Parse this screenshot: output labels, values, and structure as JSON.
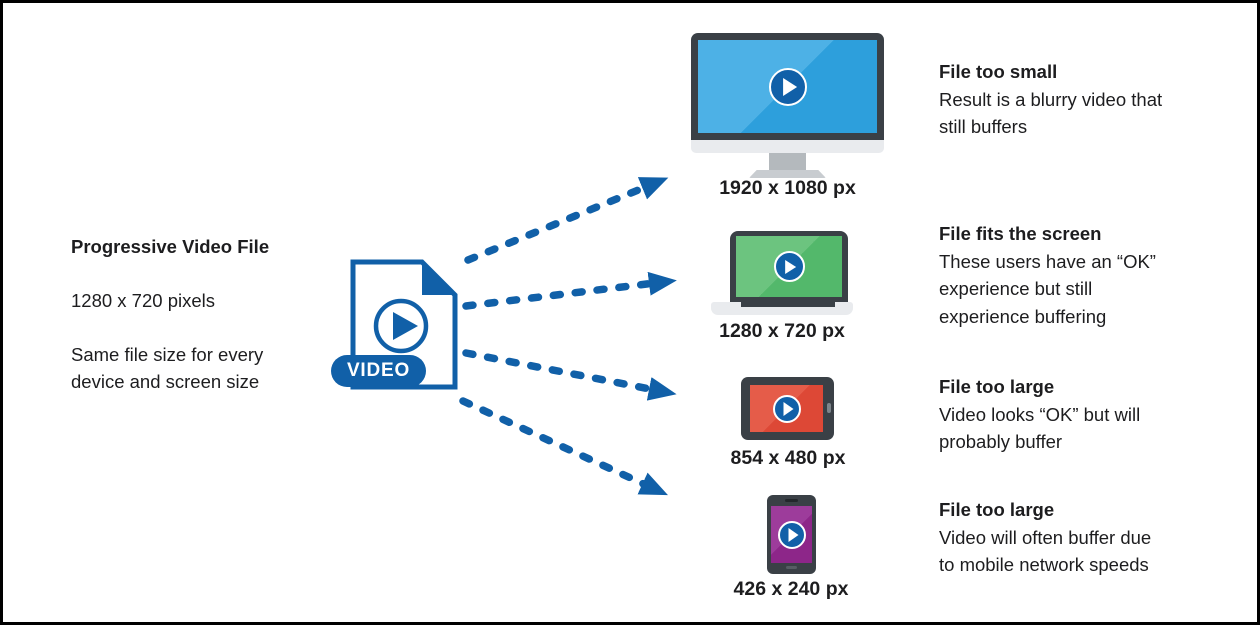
{
  "palette": {
    "blue": "#1160a8",
    "monitor_screen": "#2d9fdc",
    "monitor_screen_light": "#4db1e6",
    "laptop_screen": "#53b86b",
    "laptop_screen_light": "#6cc47f",
    "tablet_screen": "#dd4836",
    "tablet_screen_light": "#e55c49",
    "phone_screen": "#8d2689",
    "phone_screen_light": "#9d3c9b",
    "device_body": "#3a4046",
    "device_chrome": "#e9ebee"
  },
  "source_file": {
    "heading": "Progressive Video File",
    "resolution": "1280 x 720 pixels",
    "note": "Same file size for every device and screen size",
    "badge_label": "VIDEO",
    "icon": "video-file-icon",
    "play_icon": "play-icon"
  },
  "devices": [
    {
      "name": "desktop-monitor",
      "icon": "monitor-icon",
      "play_icon": "play-icon",
      "resolution_label": "1920 x 1080 px",
      "outcome_heading": "File too small",
      "outcome_description": "Result is a blurry video that still buffers"
    },
    {
      "name": "laptop",
      "icon": "laptop-icon",
      "play_icon": "play-icon",
      "resolution_label": "1280 x 720 px",
      "outcome_heading": "File fits the screen",
      "outcome_description": "These users have an “OK” experience but still experience buffering"
    },
    {
      "name": "tablet",
      "icon": "tablet-icon",
      "play_icon": "play-icon",
      "resolution_label": "854 x 480 px",
      "outcome_heading": "File too large",
      "outcome_description": "Video looks “OK” but will probably buffer"
    },
    {
      "name": "smartphone",
      "icon": "phone-icon",
      "play_icon": "play-icon",
      "resolution_label": "426 x 240 px",
      "outcome_heading": "File too large",
      "outcome_description": "Video will often buffer due to mobile network speeds"
    }
  ],
  "arrows": {
    "count": 4,
    "style": "dashed",
    "color": "#1160a8"
  }
}
